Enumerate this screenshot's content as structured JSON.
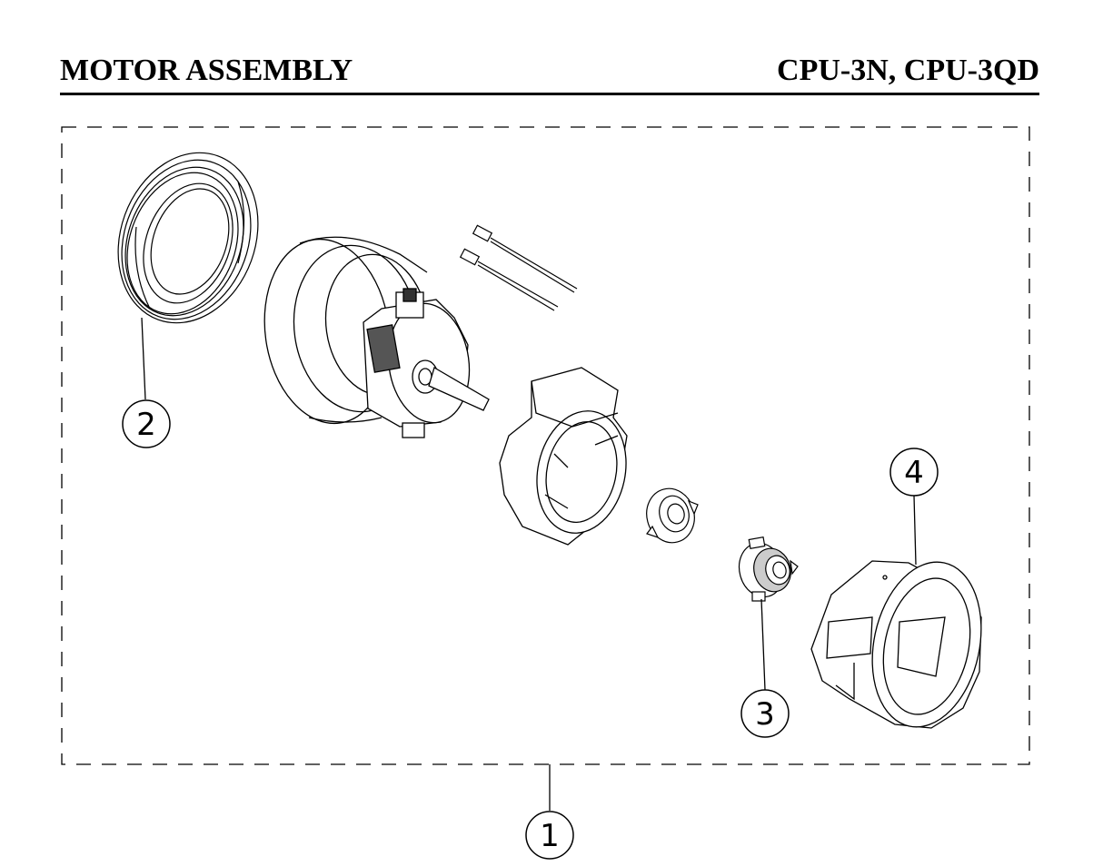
{
  "header": {
    "title": "MOTOR ASSEMBLY",
    "model": "CPU-3N, CPU-3QD"
  },
  "callouts": [
    {
      "id": "1",
      "label": "1"
    },
    {
      "id": "2",
      "label": "2"
    },
    {
      "id": "3",
      "label": "3"
    },
    {
      "id": "4",
      "label": "4"
    }
  ],
  "colors": {
    "line": "#000000",
    "background": "#ffffff"
  }
}
